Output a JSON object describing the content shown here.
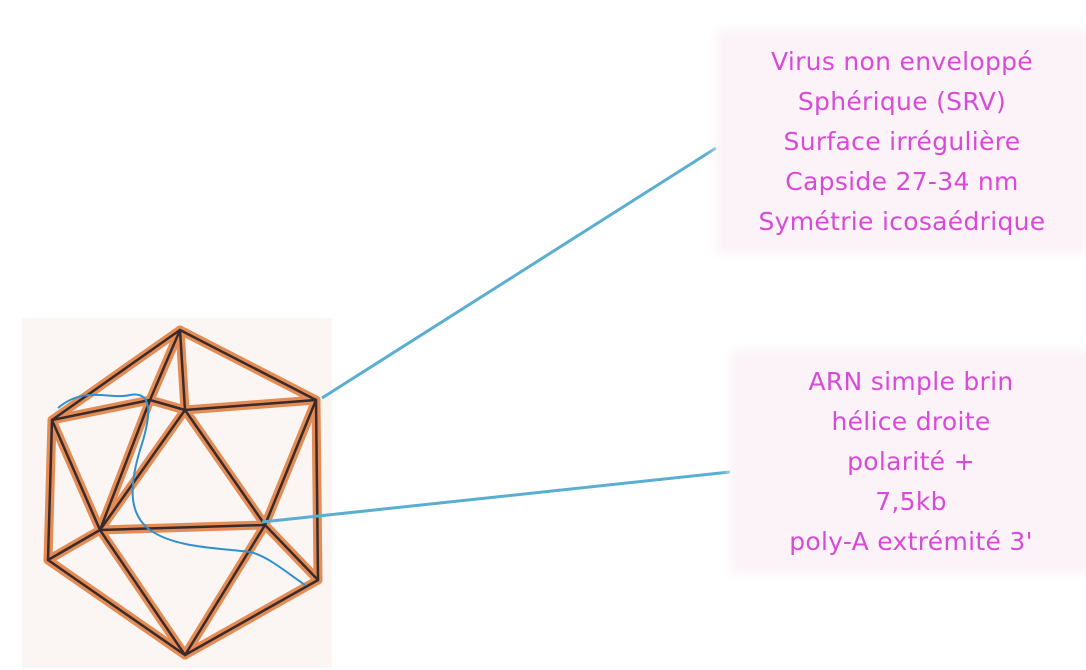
{
  "diagram": {
    "colors": {
      "capsid_edge": "#e07a3a",
      "capsid_edge_dark": "#3a2a2a",
      "rna_strand": "#2f8fd0",
      "connector": "#5aaed0",
      "text": "#d84ad8"
    },
    "properties": {
      "lines": [
        "Virus non enveloppé",
        "Sphérique (SRV)",
        "Surface irrégulière",
        "Capside 27-34 nm",
        "Symétrie icosaédrique"
      ]
    },
    "genome": {
      "lines": [
        "ARN simple brin",
        "hélice droite",
        "polarité +",
        "7,5kb",
        "poly-A extrémité 3'"
      ]
    }
  }
}
